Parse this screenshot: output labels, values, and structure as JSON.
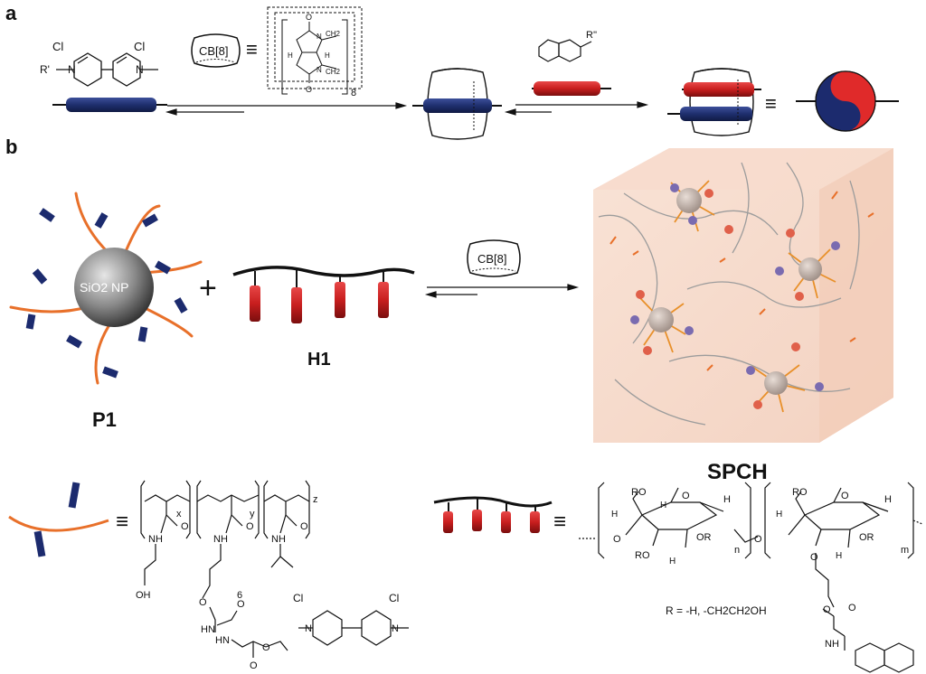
{
  "panel_a": {
    "label": "a",
    "viologen_cl_left": "Cl",
    "viologen_cl_right": "Cl",
    "viologen_r": "R'",
    "viologen_n_left": "N",
    "viologen_n_right": "N",
    "cb8_label": "CB[8]",
    "equiv_symbol": "≡",
    "cb8_subscript": "8",
    "cb8_ch2_top": "CH2",
    "cb8_ch2_bottom": "CH2",
    "cb8_n": "N",
    "cb8_o": "O",
    "cb8_h": "H",
    "naphthyl_r": "R''"
  },
  "panel_b": {
    "label": "b",
    "nanoparticle_label": "SiO2 NP",
    "plus": "+",
    "p1_label": "P1",
    "h1_label": "H1",
    "cb8_label": "CB[8]",
    "spch_label": "SPCH",
    "p1_subscripts": {
      "x": "x",
      "y": "y",
      "z": "z",
      "six": "6"
    },
    "p1_atoms": {
      "o": "O",
      "nh": "NH",
      "hn": "HN",
      "oh": "OH",
      "cl": "Cl",
      "n": "N"
    },
    "h1_atoms": {
      "ro": "RO",
      "or": "OR",
      "o": "O",
      "h": "H",
      "n": "n",
      "m": "m",
      "nh": "NH"
    },
    "r_definition": "R = -H, -CH2CH2OH"
  },
  "colors": {
    "viologen_blue": "#1f2f6e",
    "naphthyl_red": "#c81e1e",
    "polymer_orange": "#e8702a",
    "hydrogel_bg": "#f8e4d8",
    "nanoparticle_grey": "#8c8c8c"
  }
}
